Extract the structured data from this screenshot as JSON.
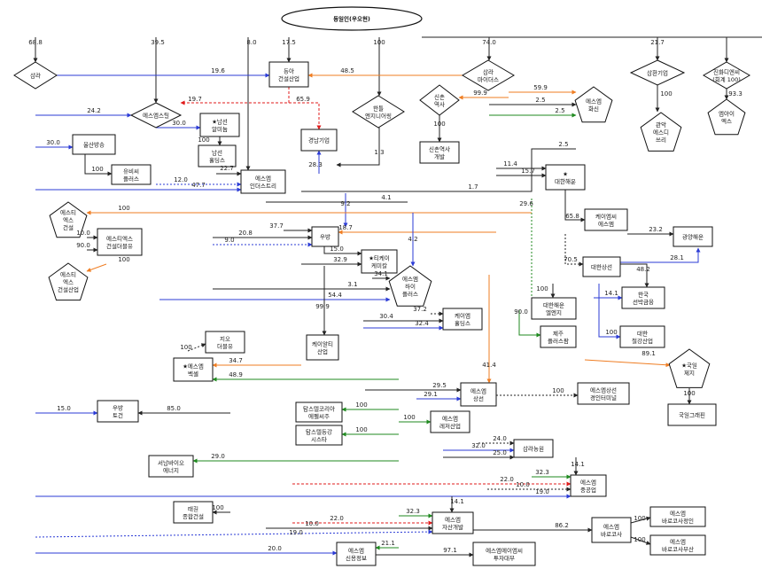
{
  "colors": {
    "ownership": "#222222",
    "blue": "#2b3bd6",
    "orange": "#ef7d22",
    "red": "#e01b1b",
    "green": "#1f8a1f",
    "node_fill": "#ffffff",
    "node_stroke": "#111111"
  },
  "nodes": [
    {
      "id": "owner",
      "shape": "ellipse",
      "lines": [
        "동일인(우오현)"
      ]
    },
    {
      "id": "samra",
      "shape": "diamond",
      "lines": [
        "삼라"
      ]
    },
    {
      "id": "sm_style",
      "shape": "diamond",
      "lines": [
        "에스엠스틸"
      ]
    },
    {
      "id": "donga",
      "shape": "rect",
      "lines": [
        "동아",
        "건설산업"
      ]
    },
    {
      "id": "hanteul",
      "shape": "diamond",
      "lines": [
        "한틀",
        "엔지니어링"
      ]
    },
    {
      "id": "samra_midas",
      "shape": "diamond",
      "lines": [
        "삼라",
        "마이더스"
      ]
    },
    {
      "id": "samhwan",
      "shape": "diamond",
      "lines": [
        "삼환기업"
      ]
    },
    {
      "id": "jindeoc",
      "shape": "diamond",
      "lines": [
        "진화디엔씨",
        "(회계 100)"
      ]
    },
    {
      "id": "shinchon",
      "shape": "diamond",
      "lines": [
        "신촌",
        "역사"
      ]
    },
    {
      "id": "sm_hwasin",
      "shape": "pentagon",
      "lines": [
        "에스엠",
        "화신"
      ]
    },
    {
      "id": "namsun_almi",
      "shape": "rect",
      "lines": [
        "★남선",
        "알미늄"
      ]
    },
    {
      "id": "jeongnam",
      "shape": "rect",
      "lines": [
        "경남기업"
      ]
    },
    {
      "id": "woosan",
      "shape": "rect",
      "lines": [
        "울산방송"
      ]
    },
    {
      "id": "namsun_holdings",
      "shape": "rect",
      "lines": [
        "남선",
        "홀딩스"
      ]
    },
    {
      "id": "yubiseu",
      "shape": "rect",
      "lines": [
        "유비씨",
        "플러스"
      ]
    },
    {
      "id": "sm_indus",
      "shape": "rect",
      "lines": [
        "에스엠",
        "인더스트리"
      ]
    },
    {
      "id": "shinchon_dev",
      "shape": "rect",
      "lines": [
        "신촌역사",
        "개발"
      ]
    },
    {
      "id": "gwanak",
      "shape": "pentagon",
      "lines": [
        "관악",
        "에스디",
        "쓰리"
      ]
    },
    {
      "id": "mamonik",
      "shape": "pentagon",
      "lines": [
        "엠아이",
        "엑스"
      ]
    },
    {
      "id": "dh_haeun",
      "shape": "rect",
      "lines": [
        "★",
        "대한해운"
      ]
    },
    {
      "id": "estex_geonseol",
      "shape": "pentagon",
      "lines": [
        "에스티",
        "엑스",
        "건설"
      ]
    },
    {
      "id": "estex_struct",
      "shape": "rect",
      "lines": [
        "에스티엑스",
        "건설더블유"
      ]
    },
    {
      "id": "estex_sanup",
      "shape": "pentagon",
      "lines": [
        "에스티",
        "엑스",
        "건설산업"
      ]
    },
    {
      "id": "ubang",
      "shape": "rect",
      "lines": [
        "우방"
      ]
    },
    {
      "id": "k_line",
      "shape": "rect",
      "lines": [
        "케이엠씨",
        "에스엠"
      ]
    },
    {
      "id": "ts_hiway",
      "shape": "rect",
      "lines": [
        "★티케이",
        "케미칼"
      ]
    },
    {
      "id": "sm_highway",
      "shape": "pentagon",
      "lines": [
        "에스엠",
        "하이",
        "플러스"
      ]
    },
    {
      "id": "daehan_ship",
      "shape": "rect",
      "lines": [
        "대한상선"
      ]
    },
    {
      "id": "gwangyang",
      "shape": "rect",
      "lines": [
        "광양해운"
      ]
    },
    {
      "id": "daehan_engy",
      "shape": "rect",
      "lines": [
        "대한해운",
        "엘엔지"
      ]
    },
    {
      "id": "k_holdings",
      "shape": "rect",
      "lines": [
        "케이엠",
        "홀딩스"
      ]
    },
    {
      "id": "korea_marine",
      "shape": "rect",
      "lines": [
        "한국",
        "선박금융"
      ]
    },
    {
      "id": "jeju_plus",
      "shape": "rect",
      "lines": [
        "제주",
        "플러스팜"
      ]
    },
    {
      "id": "kmart",
      "shape": "rect",
      "lines": [
        "케이알티",
        "산업"
      ]
    },
    {
      "id": "jiseo",
      "shape": "rect",
      "lines": [
        "지오",
        "더블유"
      ]
    },
    {
      "id": "daehan_cheolgang",
      "shape": "rect",
      "lines": [
        "대한",
        "철강산업"
      ]
    },
    {
      "id": "sm_ship",
      "shape": "rect",
      "lines": [
        "★에스엠",
        "벡셀"
      ]
    },
    {
      "id": "guknae",
      "shape": "pentagon",
      "lines": [
        "★국일",
        "제지"
      ]
    },
    {
      "id": "sm_sangsun",
      "shape": "rect",
      "lines": [
        "에스엠",
        "상선"
      ]
    },
    {
      "id": "sm_sangsun_con",
      "shape": "rect",
      "lines": [
        "에스엠상선",
        "경인터미널"
      ]
    },
    {
      "id": "gukil_paper",
      "shape": "rect",
      "lines": [
        "국일그래핀"
      ]
    },
    {
      "id": "ubang_tg",
      "shape": "rect",
      "lines": [
        "우방",
        "토건"
      ]
    },
    {
      "id": "tamseuk",
      "shape": "rect",
      "lines": [
        "탐스텔코리아",
        "에펠씨주"
      ]
    },
    {
      "id": "tamseuk2",
      "shape": "rect",
      "lines": [
        "탐스텔동강",
        "시스타"
      ]
    },
    {
      "id": "sm_lsan",
      "shape": "rect",
      "lines": [
        "에스엠",
        "레저산업"
      ]
    },
    {
      "id": "samra_nongwon",
      "shape": "rect",
      "lines": [
        "삼라농원"
      ]
    },
    {
      "id": "seonam_bio",
      "shape": "rect",
      "lines": [
        "서남바이오",
        "에너지"
      ]
    },
    {
      "id": "sm_heavy",
      "shape": "rect",
      "lines": [
        "에스엠",
        "중공업"
      ]
    },
    {
      "id": "tae_ll",
      "shape": "rect",
      "lines": [
        "태길",
        "종합건설"
      ]
    },
    {
      "id": "sm_jasan",
      "shape": "rect",
      "lines": [
        "에스엠",
        "자산개발"
      ]
    },
    {
      "id": "sm_barogo",
      "shape": "rect",
      "lines": [
        "에스엠",
        "바로코사"
      ]
    },
    {
      "id": "sm_barogo_sin",
      "shape": "rect",
      "lines": [
        "에스엠",
        "바로코사정인"
      ]
    },
    {
      "id": "sm_barogo_bu",
      "shape": "rect",
      "lines": [
        "에스엠",
        "바로코사부산"
      ]
    },
    {
      "id": "sm_credit",
      "shape": "rect",
      "lines": [
        "에스엠",
        "신용정보"
      ]
    },
    {
      "id": "sm_sm_invest",
      "shape": "rect",
      "lines": [
        "에스엠에이엠씨",
        "투자대부"
      ]
    }
  ],
  "edge_labels": [
    {
      "text": "68.8",
      "color": "ownership"
    },
    {
      "text": "39.5",
      "color": "ownership"
    },
    {
      "text": "8.0",
      "color": "ownership"
    },
    {
      "text": "17.5",
      "color": "ownership"
    },
    {
      "text": "100",
      "color": "ownership"
    },
    {
      "text": "74.0",
      "color": "ownership"
    },
    {
      "text": "21.7",
      "color": "ownership"
    },
    {
      "text": "19.6",
      "color": "blue"
    },
    {
      "text": "48.5",
      "color": "orange"
    },
    {
      "text": "19.7",
      "color": "red"
    },
    {
      "text": "65.9",
      "color": "red"
    },
    {
      "text": "24.2",
      "color": "blue"
    },
    {
      "text": "30.0",
      "color": "blue"
    },
    {
      "text": "30.0",
      "color": "blue"
    },
    {
      "text": "100",
      "color": "ownership"
    },
    {
      "text": "100",
      "color": "ownership"
    },
    {
      "text": "99.9",
      "color": "orange"
    },
    {
      "text": "59.9",
      "color": "orange"
    },
    {
      "text": "2.5",
      "color": "ownership"
    },
    {
      "text": "2.5",
      "color": "green"
    },
    {
      "text": "2.5",
      "color": "ownership"
    },
    {
      "text": "100",
      "color": "ownership"
    },
    {
      "text": "100",
      "color": "ownership"
    },
    {
      "text": "93.3",
      "color": "ownership"
    },
    {
      "text": "28.3",
      "color": "blue"
    },
    {
      "text": "1.3",
      "color": "ownership"
    },
    {
      "text": "22.7",
      "color": "ownership"
    },
    {
      "text": "12.0",
      "color": "blue"
    },
    {
      "text": "47.7",
      "color": "blue"
    },
    {
      "text": "1.7",
      "color": "ownership"
    },
    {
      "text": "11.4",
      "color": "ownership"
    },
    {
      "text": "15.7",
      "color": "ownership"
    },
    {
      "text": "4.1",
      "color": "ownership"
    },
    {
      "text": "9.2",
      "color": "blue"
    },
    {
      "text": "29.6",
      "color": "green"
    },
    {
      "text": "100",
      "color": "orange"
    },
    {
      "text": "37.7",
      "color": "ownership"
    },
    {
      "text": "18.7",
      "color": "orange"
    },
    {
      "text": "65.8",
      "color": "ownership"
    },
    {
      "text": "23.2",
      "color": "ownership"
    },
    {
      "text": "20.8",
      "color": "ownership"
    },
    {
      "text": "9.0",
      "color": "blue"
    },
    {
      "text": "15.0",
      "color": "ownership"
    },
    {
      "text": "32.9",
      "color": "ownership"
    },
    {
      "text": "4.2",
      "color": "blue"
    },
    {
      "text": "10.0",
      "color": "ownership"
    },
    {
      "text": "90.0",
      "color": "ownership"
    },
    {
      "text": "100",
      "color": "orange"
    },
    {
      "text": "70.5",
      "color": "ownership"
    },
    {
      "text": "48.2",
      "color": "ownership"
    },
    {
      "text": "28.1",
      "color": "blue"
    },
    {
      "text": "34.1",
      "color": "ownership"
    },
    {
      "text": "3.1",
      "color": "ownership"
    },
    {
      "text": "54.4",
      "color": "blue"
    },
    {
      "text": "99.9",
      "color": "ownership"
    },
    {
      "text": "37.2",
      "color": "ownership"
    },
    {
      "text": "30.4",
      "color": "ownership"
    },
    {
      "text": "32.4",
      "color": "blue"
    },
    {
      "text": "90.0",
      "color": "green"
    },
    {
      "text": "100",
      "color": "ownership"
    },
    {
      "text": "14.1",
      "color": "blue"
    },
    {
      "text": "100",
      "color": "blue"
    },
    {
      "text": "100",
      "color": "ownership"
    },
    {
      "text": "34.7",
      "color": "orange"
    },
    {
      "text": "41.4",
      "color": "orange"
    },
    {
      "text": "89.1",
      "color": "orange"
    },
    {
      "text": "48.9",
      "color": "green"
    },
    {
      "text": "29.5",
      "color": "ownership"
    },
    {
      "text": "29.1",
      "color": "blue"
    },
    {
      "text": "100",
      "color": "ownership"
    },
    {
      "text": "100",
      "color": "ownership"
    },
    {
      "text": "15.0",
      "color": "blue"
    },
    {
      "text": "85.0",
      "color": "ownership"
    },
    {
      "text": "100",
      "color": "green"
    },
    {
      "text": "100",
      "color": "green"
    },
    {
      "text": "100",
      "color": "green"
    },
    {
      "text": "24.0",
      "color": "ownership"
    },
    {
      "text": "32.0",
      "color": "blue"
    },
    {
      "text": "25.0",
      "color": "ownership"
    },
    {
      "text": "29.0",
      "color": "green"
    },
    {
      "text": "14.1",
      "color": "ownership"
    },
    {
      "text": "32.3",
      "color": "green"
    },
    {
      "text": "22.0",
      "color": "red"
    },
    {
      "text": "10.0",
      "color": "ownership"
    },
    {
      "text": "19.0",
      "color": "blue"
    },
    {
      "text": "100",
      "color": "ownership"
    },
    {
      "text": "14.1",
      "color": "ownership"
    },
    {
      "text": "32.3",
      "color": "green"
    },
    {
      "text": "22.0",
      "color": "red"
    },
    {
      "text": "10.0",
      "color": "ownership"
    },
    {
      "text": "19.0",
      "color": "blue"
    },
    {
      "text": "86.2",
      "color": "ownership"
    },
    {
      "text": "100",
      "color": "ownership"
    },
    {
      "text": "100",
      "color": "ownership"
    },
    {
      "text": "20.0",
      "color": "blue"
    },
    {
      "text": "21.1",
      "color": "green"
    },
    {
      "text": "97.1",
      "color": "ownership"
    }
  ]
}
